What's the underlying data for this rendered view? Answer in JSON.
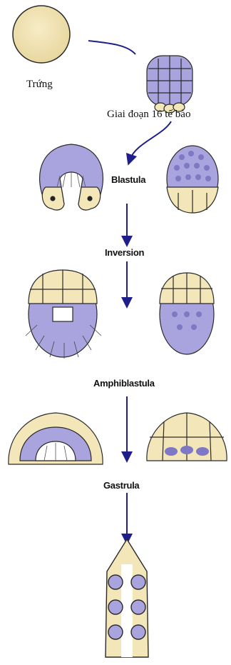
{
  "labels": {
    "egg": "Trứng",
    "cell_stage": "Giai đoạn 16 tế bào",
    "blastula": "Blastula",
    "inversion": "Inversion",
    "amphiblastula": "Amphiblastula",
    "gastrula": "Gastrula"
  },
  "colors": {
    "tan": "#f3e6b8",
    "tan_dark": "#e0cd8f",
    "violet": "#a9a4dd",
    "violet_dark": "#7f78c4",
    "outline": "#2a2a2a",
    "arrow": "#1f1f8c"
  }
}
